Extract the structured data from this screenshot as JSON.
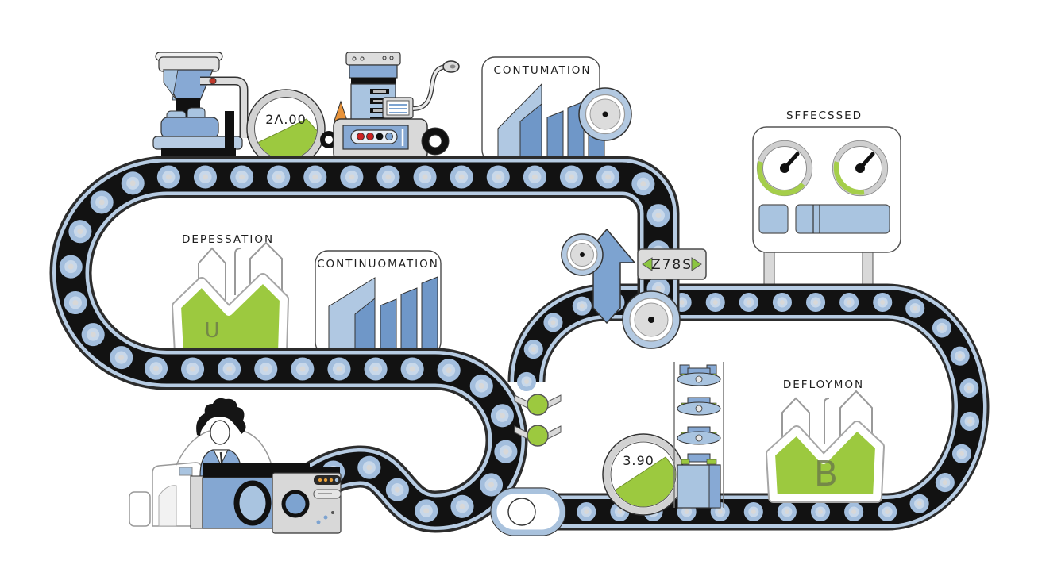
{
  "stations": {
    "grinder_gauge": {
      "value": "2Λ.00"
    },
    "contumation_card": {
      "label": "CONTUMATION"
    },
    "sffecssed_panel": {
      "label": "SFFECSSED"
    },
    "depessation_factory": {
      "label": "DEPESSATION",
      "glyph": "U"
    },
    "continuomation_card": {
      "label": "CONTINUOMATION"
    },
    "route_sign": {
      "label": "Z78S"
    },
    "defloymon_factory": {
      "label": "DEFLOYMON",
      "glyph": "B"
    },
    "bottom_gauge": {
      "value": "3.90"
    }
  },
  "colors": {
    "belt_black": "#121212",
    "belt_edge_blue": "#b7cce3",
    "roller_blue": "#a3bedd",
    "machine_blue": "#87a9d4",
    "panel_blue": "#a9c4e0",
    "bar_light_blue": "#b0c8e2",
    "bar_dark_blue": "#6f97c8",
    "accent_green": "#9cc93f",
    "cone_orange": "#e8933a"
  }
}
